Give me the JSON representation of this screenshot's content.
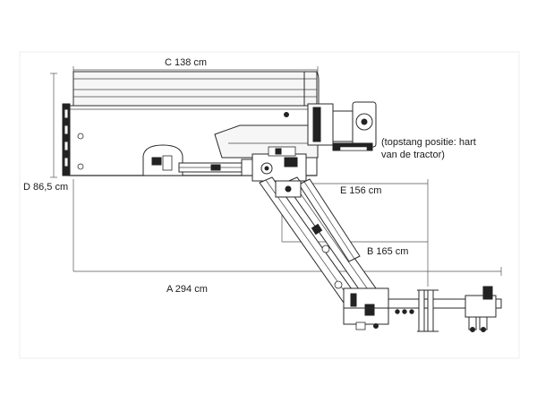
{
  "labels": {
    "c": "C  138 cm",
    "d": "D  86,5 cm",
    "e": "E  156 cm",
    "b": "B  165 cm",
    "a": "A  294 cm",
    "note_line1": "(topstang positie: hart",
    "note_line2": "van de tractor)"
  }
}
